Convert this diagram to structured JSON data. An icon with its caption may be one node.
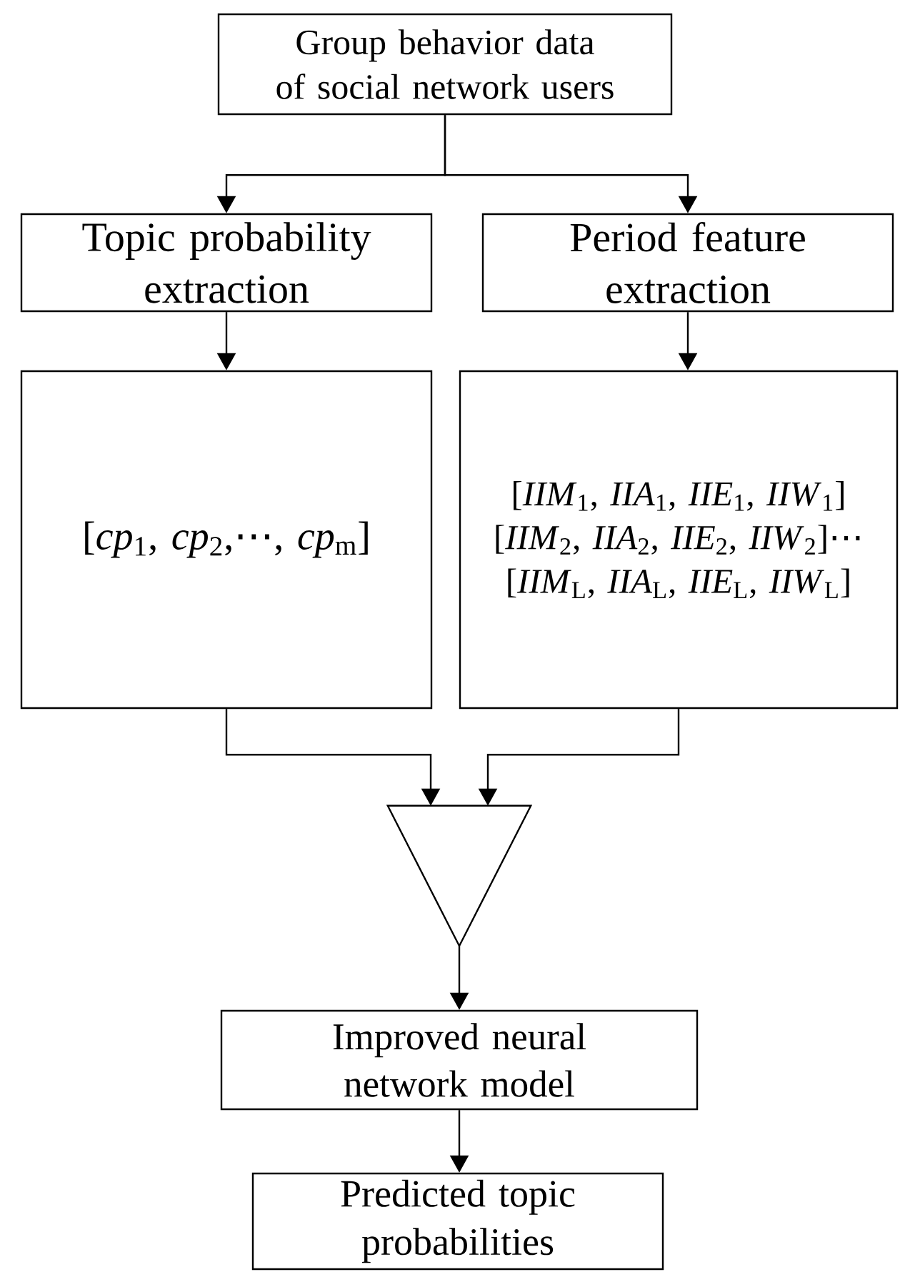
{
  "diagram": {
    "nodes": [
      {
        "text": [
          "Group behavior data of social network users"
        ]
      },
      {
        "text": [
          "Topic probability extraction"
        ]
      },
      {
        "text": [
          "Period feature extraction"
        ]
      },
      {
        "text": [
          "[*cp*$_{1}$, *cp*$_{2}$,⋯, *cp*$_{m}$]"
        ]
      },
      {
        "text": [
          "[*IIM*$_{1}$, *IIA*$_{1}$, *IIE*$_{1}$, *IIW*$_{1}$] [*IIM*$_{2}$, *IIA*$_{2}$, *IIE*$_{2}$, *IIW*$_{2}$]⋯ [*IIM*$_{L}$, *IIA*$_{L}$, *IIE*$_{L}$, *IIW*$_{L}$]"
        ]
      },
      {
        "text": [],
        "shape": "triangle"
      },
      {
        "text": [
          "Improved neural network model"
        ]
      },
      {
        "text": [
          "Predicted topic probabilities"
        ]
      }
    ],
    "edges": [
      {
        "from": 0,
        "to": 1,
        "arrow": "to"
      },
      {
        "from": 0,
        "to": 2,
        "arrow": "to"
      },
      {
        "from": 1,
        "to": 3,
        "arrow": "to"
      },
      {
        "from": 2,
        "to": 4,
        "arrow": "to"
      },
      {
        "from": 3,
        "to": 5,
        "arrow": "to"
      },
      {
        "from": 4,
        "to": 5,
        "arrow": "to"
      },
      {
        "from": 5,
        "to": 6,
        "arrow": "to"
      },
      {
        "from": 6,
        "to": 7,
        "arrow": "to"
      }
    ]
  }
}
